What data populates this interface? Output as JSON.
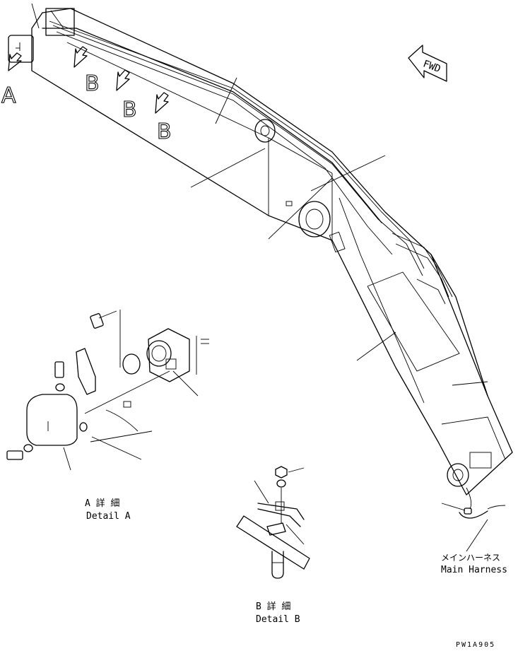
{
  "labels": {
    "view_a": "A",
    "view_b": "B",
    "fwd": "FWD",
    "detail_a_jp": "A 詳 細",
    "detail_a_en": "Detail A",
    "detail_b_jp": "B 詳 細",
    "detail_b_en": "Detail B",
    "harness_jp": "メインハーネス",
    "harness_en": "Main Harness",
    "drawing_code": "PW1A905"
  },
  "icons": [
    "view-arrow-icon",
    "forward-direction-arrow-icon"
  ]
}
